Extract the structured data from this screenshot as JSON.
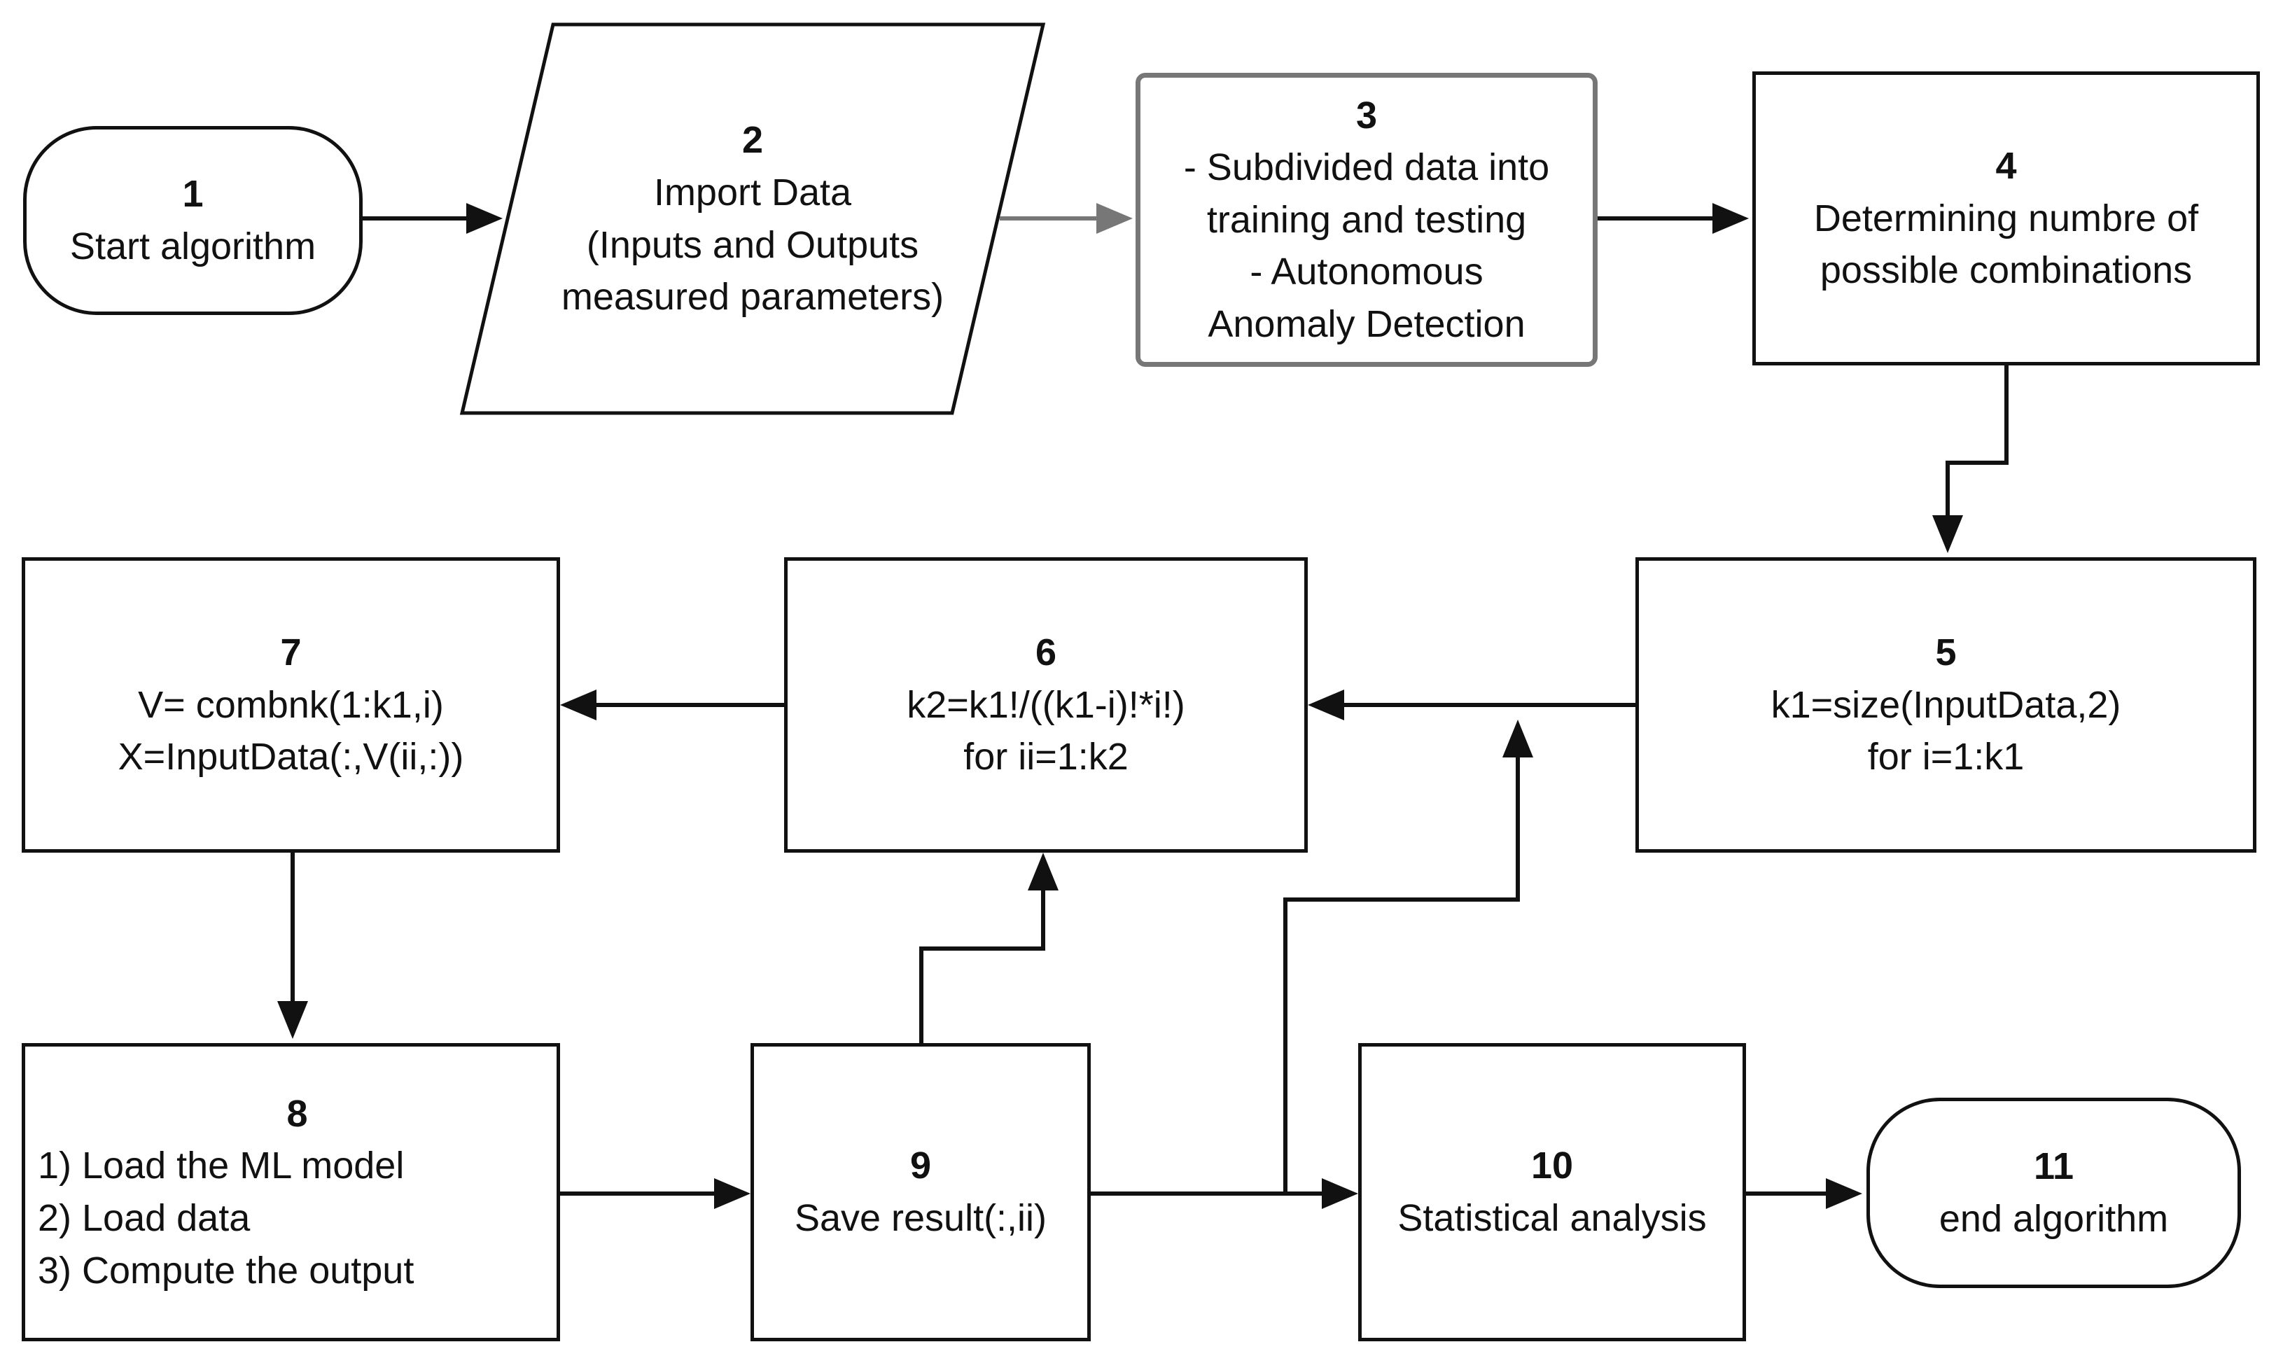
{
  "nodes": {
    "n1": {
      "number": "1",
      "lines": [
        "Start algorithm"
      ]
    },
    "n2": {
      "number": "2",
      "lines": [
        "Import Data",
        "(Inputs and Outputs",
        "measured parameters)"
      ]
    },
    "n3": {
      "number": "3",
      "lines": [
        "- Subdivided data into",
        "training and testing",
        "- Autonomous",
        "Anomaly Detection"
      ]
    },
    "n4": {
      "number": "4",
      "lines": [
        "Determining numbre of",
        "possible combinations"
      ]
    },
    "n5": {
      "number": "5",
      "lines": [
        "k1=size(InputData,2)",
        "for i=1:k1"
      ]
    },
    "n6": {
      "number": "6",
      "lines": [
        "k2=k1!/((k1-i)!*i!)",
        "for ii=1:k2"
      ]
    },
    "n7": {
      "number": "7",
      "lines": [
        "V= combnk(1:k1,i)",
        "X=InputData(:,V(ii,:))"
      ]
    },
    "n8": {
      "number": "8",
      "lines": [
        "1) Load the ML model",
        "2) Load data",
        "3) Compute the output"
      ]
    },
    "n9": {
      "number": "9",
      "lines": [
        "Save result(:,ii)"
      ]
    },
    "n10": {
      "number": "10",
      "lines": [
        "Statistical analysis"
      ]
    },
    "n11": {
      "number": "11",
      "lines": [
        "end algorithm"
      ]
    }
  },
  "colors": {
    "line": "#111111",
    "light_arrow": "#777777",
    "box_border_grey": "#777777"
  }
}
